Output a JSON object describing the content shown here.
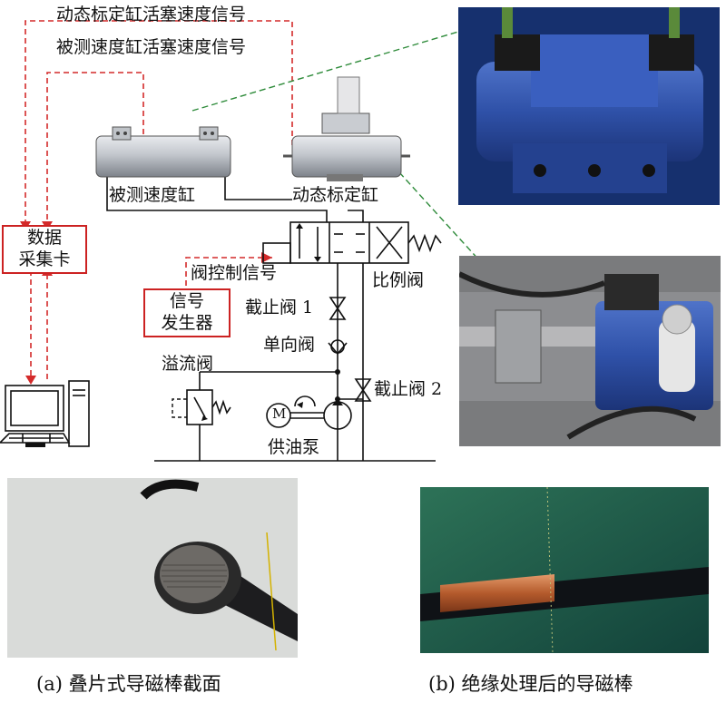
{
  "labels": {
    "dynamic_piston_signal": "动态标定缸活塞速度信号",
    "measured_piston_signal": "被测速度缸活塞速度信号",
    "measured_cylinder": "被测速度缸",
    "calibration_cylinder": "动态标定缸",
    "daq_card_line1": "数据",
    "daq_card_line2": "采集卡",
    "valve_control_signal": "阀控制信号",
    "proportional_valve": "比例阀",
    "signal_gen_line1": "信号",
    "signal_gen_line2": "发生器",
    "stop_valve_1": "截止阀 1",
    "check_valve": "单向阀",
    "relief_valve": "溢流阀",
    "stop_valve_2": "截止阀 2",
    "supply_pump": "供油泵",
    "motor_symbol": "M"
  },
  "captions": {
    "a": "(a) 叠片式导磁棒截面",
    "b": "(b) 绝缘处理后的导磁棒"
  },
  "colors": {
    "signal_line": "#d42a2a",
    "hydraulic_line": "#111111",
    "leader_line": "#2e8b3a",
    "cylinder_body": "#b8bdc4"
  }
}
